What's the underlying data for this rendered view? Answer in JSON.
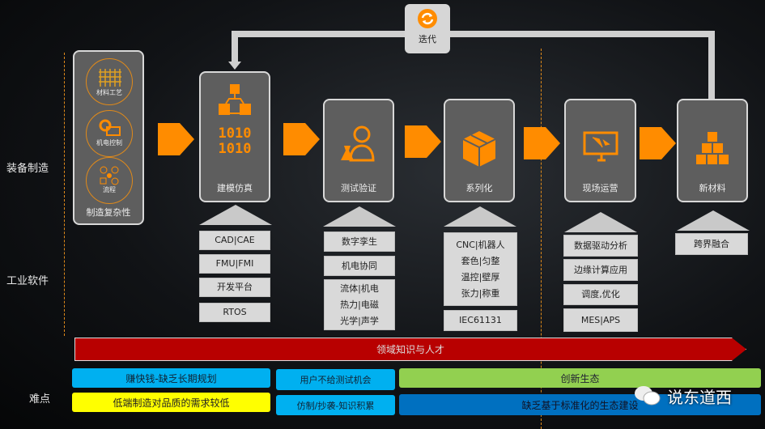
{
  "row_labels": {
    "equipment": "装备制造",
    "software": "工业软件",
    "difficulty": "难点"
  },
  "iterate": {
    "label": "迭代",
    "icon": "refresh-icon"
  },
  "complexity": {
    "title": "制造复杂性",
    "circles": [
      "材料工艺",
      "机电控制",
      "流程"
    ]
  },
  "stages": [
    {
      "title": "建模仿真",
      "icon": "cubes-network-icon",
      "items": [
        "CAD|CAE",
        "FMU|FMI",
        "开发平台",
        "RTOS"
      ]
    },
    {
      "title": "测试验证",
      "icon": "scientist-icon",
      "items": [
        "数字孪生",
        "机电协同",
        [
          "流体|机电",
          "热力|电磁",
          "光学|声学"
        ]
      ]
    },
    {
      "title": "系列化",
      "icon": "box-icon",
      "items": [
        [
          "CNC|机器人",
          "套色|匀整",
          "温控|壁厚",
          "张力|称重"
        ],
        "IEC61131"
      ]
    },
    {
      "title": "现场运营",
      "icon": "monitor-icon",
      "items": [
        "数据驱动分析",
        "边缘计算应用",
        "调度,优化",
        "MES|APS"
      ]
    },
    {
      "title": "新材料",
      "icon": "stacked-boxes-icon",
      "items": [
        "跨界融合"
      ]
    }
  ],
  "knowledge_bar": "领域知识与人才",
  "difficulties": {
    "quick_money": "赚快钱-缺乏长期规划",
    "low_end": "低端制造对品质的需求较低",
    "no_test": "用户不给测试机会",
    "copy": "仿制/抄袭-知识积累",
    "innovation": "创新生态",
    "standard": "缺乏基于标准化的生态建设"
  },
  "watermark": "说东道西",
  "colors": {
    "accent": "#ff8c00",
    "red": "#b80000",
    "blue": "#00b0f0",
    "yellow": "#ffff00",
    "green": "#92d050",
    "darkblue": "#0070c0"
  }
}
